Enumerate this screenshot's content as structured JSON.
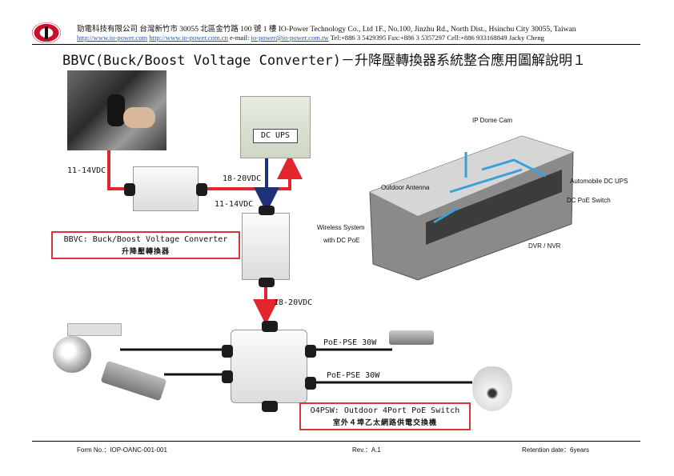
{
  "header": {
    "line1": "勁電科技有限公司  台灣新竹市 30055 北區金竹路 100 號 1 樓 IO-Power Technology Co., Ltd    1F., No.100, Jinzhu Rd., North Dist., Hsinchu City 30055, Taiwan",
    "url1": "http://www.io-power.com",
    "url2": "http://www.io-power.com.cn",
    "email_prefix": "e-mail:",
    "email": "io-power@io-power.com.tw",
    "contact": "Tel:+886 3 5429395 Fax:+886 3 5357297 Cell:+886 933168849 Jacky Cheng"
  },
  "title": "BBVC(Buck/Boost Voltage Converter)－升降壓轉換器系統整合應用圖解說明１",
  "devices": {
    "dc_ups_label": "DC UPS"
  },
  "voltage_labels": {
    "left_input": "11-14VDC",
    "top_output": "18-20VDC",
    "mid_input": "11-14VDC",
    "mid_output": "18-20VDC"
  },
  "poe_labels": {
    "upper": "PoE-PSE 30W",
    "lower": "PoE-PSE 30W"
  },
  "callouts": {
    "bbvc_line1": "BBVC: Buck/Boost Voltage Converter",
    "bbvc_line2": "升降壓轉換器",
    "switch_line1": "O4PSW: Outdoor 4Port PoE Switch",
    "switch_line2": "室外４埠乙太網路供電交換機"
  },
  "bus_labels": {
    "ip_dome": "IP Dome Cam",
    "outdoor_antenna": "Outdoor Antenna",
    "automobile_dc_ups": "Automobile DC UPS",
    "dc_poe_switch": "DC PoE Switch",
    "wireless_line1": "Wireless System",
    "wireless_line2": "with DC PoE",
    "dvr_nvr": "DVR / NVR"
  },
  "footer": {
    "form_no": "Form No.：IOP-OANC-001-001",
    "rev": "Rev.：A.1",
    "retention": "Retention date：6years"
  },
  "colors": {
    "red_wire": "#e3262d",
    "blue_wire": "#1f2f7a",
    "callout_border": "#d5353b",
    "bus_wiring": "#3aa0d8"
  }
}
